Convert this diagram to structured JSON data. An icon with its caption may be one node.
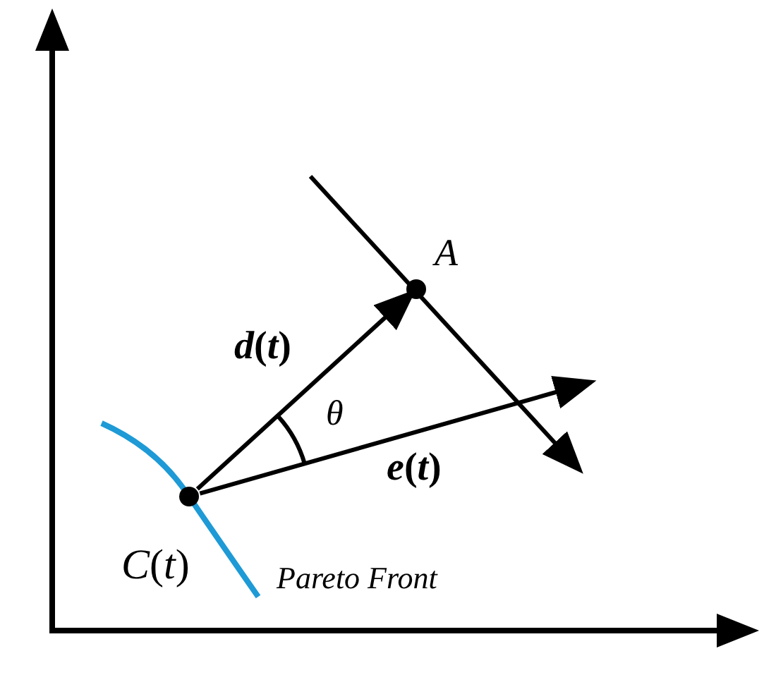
{
  "diagram": {
    "nodes": [
      {
        "text": [],
        "shape": "circle",
        "beside": [
          "*C*(*t*)"
        ]
      },
      {
        "text": [],
        "shape": "circle",
        "beside": [
          "A"
        ]
      }
    ],
    "edges": [
      {
        "from": 0,
        "to": 1,
        "arrow": "to",
        "label": "*d*(*t*)"
      },
      {
        "from": 0,
        "to": null,
        "arrow": "to",
        "label": "*e*(*t*)"
      }
    ],
    "labels": [
      "θ",
      "Pareto Front"
    ]
  }
}
